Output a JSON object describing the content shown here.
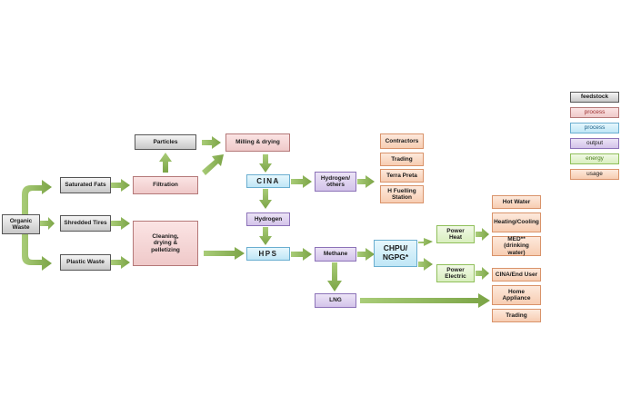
{
  "nodes": {
    "organic_waste": "Organic\nWaste",
    "saturated_fats": "Saturated Fats",
    "shredded_tires": "Shredded Tires",
    "plastic_waste": "Plastic Waste",
    "particles": "Particles",
    "filtration": "Filtration",
    "cleaning": "Cleaning,\ndrying &\npelletizing",
    "milling": "Milling & drying",
    "cina": "CINA",
    "hydrogen": "Hydrogen",
    "hps": "HPS",
    "hydrogen_others": "Hydrogen/\nothers",
    "methane": "Methane",
    "lng": "LNG",
    "chpu": "CHPU/\nNGPG*",
    "contractors": "Contractors",
    "trading1": "Trading",
    "terra_preta": "Terra Preta",
    "h_fuelling": "H Fuelling\nStation",
    "power_heat": "Power\nHeat",
    "power_electric": "Power\nElectric",
    "hot_water": "Hot Water",
    "heating_cooling": "Heating/Cooling",
    "med": "MED**\n(drinking water)",
    "cina_end_user": "CINA/End User",
    "home_appliance": "Home\nAppliance",
    "trading2": "Trading"
  },
  "legend": {
    "feedstock": "feedstock",
    "process": "process",
    "energy_process": "process",
    "output": "output",
    "energy": "energy",
    "usage": "usage"
  },
  "colors": {
    "arrow": "#8db55a",
    "feedstock": "#d9d9d9",
    "process": "#f4d7d7",
    "energy_process": "#d3eef9",
    "output": "#ddd0ef",
    "energy": "#e4f3d1",
    "usage": "#fadac6"
  }
}
